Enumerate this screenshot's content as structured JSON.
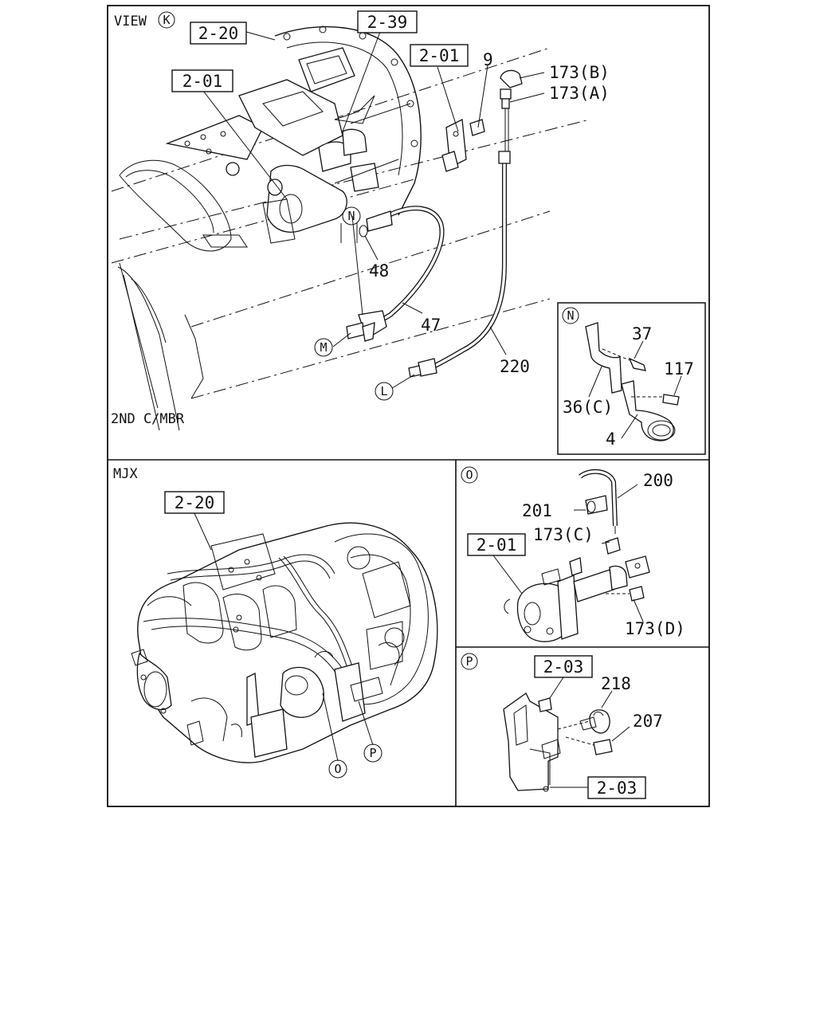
{
  "panels": {
    "view_k": {
      "header": "VIEW",
      "header_circle": "K",
      "member_label": "2ND C/MBR",
      "ref_boxes": [
        "2-20",
        "2-39",
        "2-01",
        "2-01"
      ],
      "part_numbers": [
        "9",
        "173(B)",
        "173(A)",
        "48",
        "47",
        "220"
      ],
      "circle_refs": [
        "N",
        "M",
        "L"
      ]
    },
    "detail_n": {
      "circle": "N",
      "part_numbers": [
        "37",
        "117",
        "36(C)",
        "4"
      ]
    },
    "mjx": {
      "header": "MJX",
      "ref_box": "2-20",
      "circle_refs": [
        "O",
        "P"
      ]
    },
    "detail_o": {
      "circle": "O",
      "ref_box": "2-01",
      "part_numbers": [
        "200",
        "201",
        "173(C)",
        "173(D)"
      ]
    },
    "detail_p": {
      "circle": "P",
      "ref_boxes": [
        "2-03",
        "2-03"
      ],
      "part_numbers": [
        "218",
        "207"
      ]
    }
  }
}
